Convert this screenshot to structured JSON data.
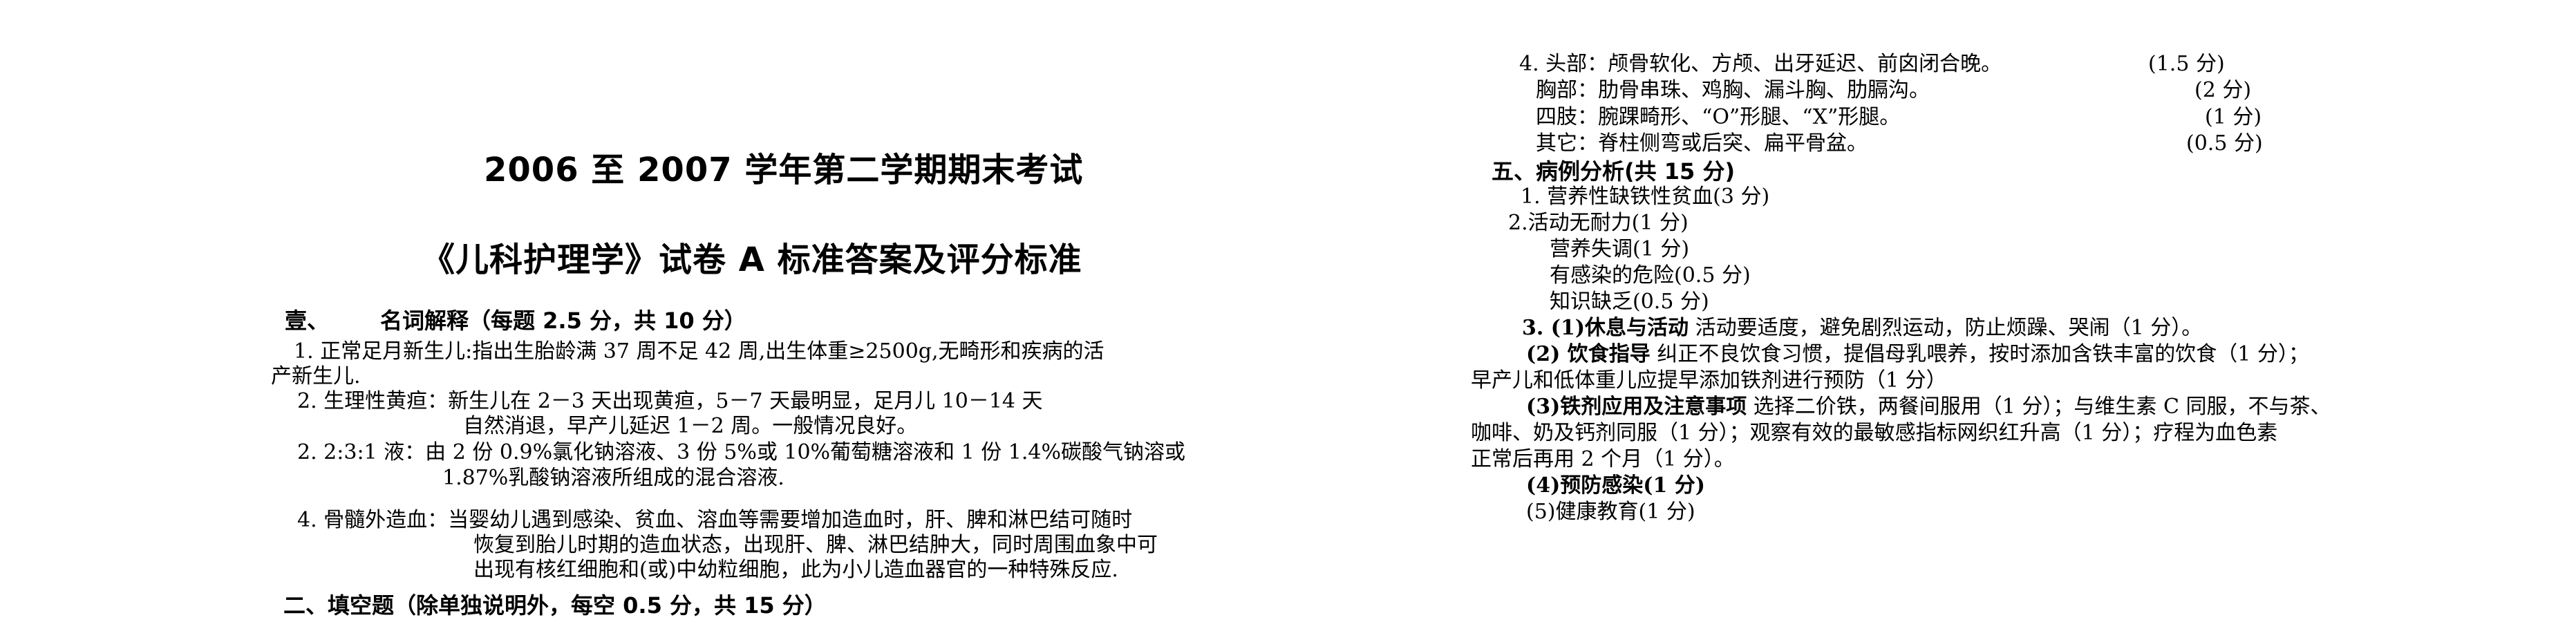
{
  "left": {
    "title": "2006 至 2007 学年第二学期期末考试",
    "subtitle": "《儿科护理学》试卷 A 标准答案及评分标准",
    "section1": {
      "num": "壹、",
      "heading": "名词解释（每题 2.5 分，共 10 分）",
      "items": [
        "1. 正常足月新生儿:指出生胎龄满 37 周不足 42 周,出生体重≥2500g,无畸形和疾病的活",
        "产新生儿.",
        "2. 生理性黄疸：新生儿在 2－3 天出现黄疸，5－7 天最明显，足月儿 10－14 天",
        "自然消退，早产儿延迟 1－2 周。一般情况良好。",
        "2. 2:3:1 液：由 2 份 0.9%氯化钠溶液、3 份 5%或 10%葡萄糖溶液和 1 份 1.4%碳酸气钠溶或",
        "1.87%乳酸钠溶液所组成的混合溶液.",
        "4. 骨髓外造血：当婴幼儿遇到感染、贫血、溶血等需要增加造血时，肝、脾和淋巴结可随时",
        "恢复到胎儿时期的造血状态，出现肝、脾、淋巴结肿大，同时周围血象中可",
        "出现有核红细胞和(或)中幼粒细胞，此为小儿造血器官的一种特殊反应."
      ]
    },
    "section2": {
      "heading": "二、填空题（除单独说明外，每空 0.5 分，共 15 分）"
    }
  },
  "right": {
    "q4": [
      {
        "text": "4. 头部：颅骨软化、方颅、出牙延迟、前囟闭合晚。",
        "score": "(1.5 分)"
      },
      {
        "text": "胸部：肋骨串珠、鸡胸、漏斗胸、肋膈沟。",
        "score": "(2 分)"
      },
      {
        "text": "四肢：腕踝畸形、“O”形腿、“X”形腿。",
        "score": "(1 分)"
      },
      {
        "text": "其它：脊柱侧弯或后突、扁平骨盆。",
        "score": "(0.5 分)"
      }
    ],
    "section5": {
      "heading": "五、病例分析(共 15 分)",
      "lines": [
        "1. 营养性缺铁性贫血(3 分)",
        "2.活动无耐力(1 分)",
        "营养失调(1 分)",
        "有感染的危险(0.5 分)",
        "知识缺乏(0.5 分)"
      ],
      "p3": {
        "label": "3. (1)休息与活动",
        "text": " 活动要适度，避免剧烈运动，防止烦躁、哭闹（1 分）。"
      },
      "p4": {
        "label": "(2) 饮食指导",
        "text": " 纠正不良饮食习惯，提倡母乳喂养，按时添加含铁丰富的饮食（1 分）；"
      },
      "p4b": "早产儿和低体重儿应提早添加铁剂进行预防（1 分）",
      "p5": {
        "label": "(3)铁剂应用及注意事项",
        "text": "  选择二价铁，两餐间服用（1 分）；与维生素 C 同服，不与茶、"
      },
      "p5b": "咖啡、奶及钙剂同服（1 分）；观察有效的最敏感指标网织红升高（1 分）；疗程为血色素",
      "p5c": "正常后再用 2 个月（1 分）。",
      "p6": "(4)预防感染(1 分)",
      "p7": "(5)健康教育(1 分)"
    }
  }
}
